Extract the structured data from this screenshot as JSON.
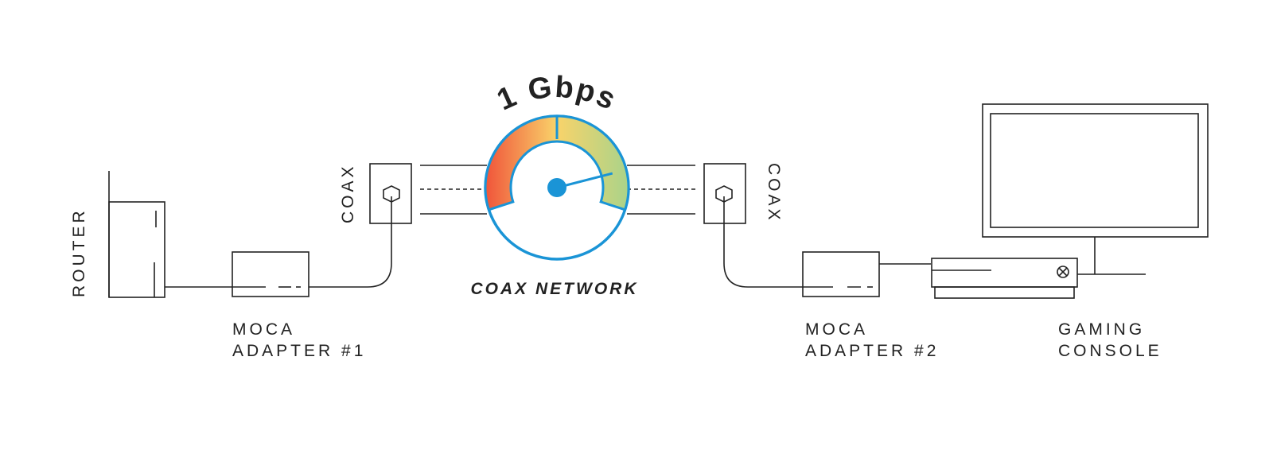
{
  "labels": {
    "router": "ROUTER",
    "coax_left": "COAX",
    "coax_right": "COAX",
    "adapter1_line1": "MOCA",
    "adapter1_line2": "ADAPTER #1",
    "adapter2_line1": "MOCA",
    "adapter2_line2": "ADAPTER #2",
    "console_line1": "GAMING",
    "console_line2": "CONSOLE",
    "network": "COAX NETWORK"
  },
  "gauge": {
    "speed_label": "1 Gbps",
    "needle_level": 0.85,
    "colors": {
      "ring": "#1a94d6",
      "low": "#f0543a",
      "mid": "#f9d36a",
      "high": "#a9d38a",
      "hub": "#1a94d6",
      "needle": "#1a94d6"
    }
  },
  "icons": {
    "router": "router-icon",
    "wall_outlet": "coax-outlet-icon",
    "adapter": "moca-adapter-icon",
    "tv": "tv-icon",
    "console": "game-console-icon"
  }
}
